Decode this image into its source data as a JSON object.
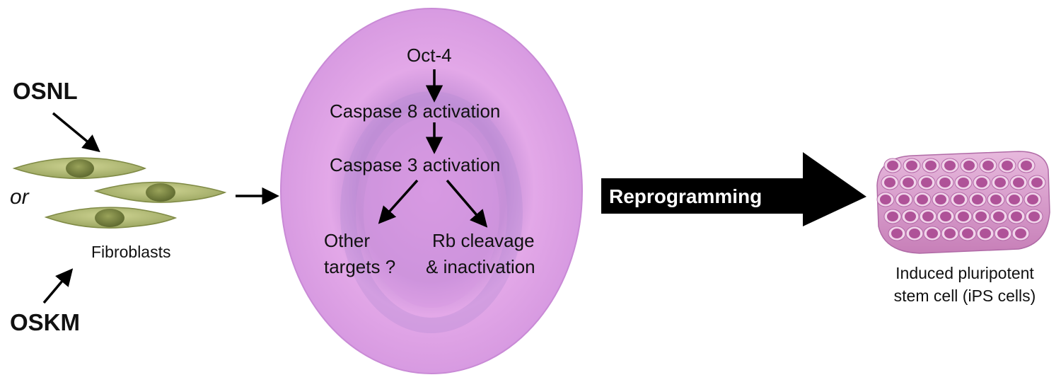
{
  "inputs": {
    "factor_top": "OSNL",
    "connector": "or",
    "factor_bottom": "OSKM",
    "cell_label": "Fibroblasts"
  },
  "pathway": {
    "step1": "Oct-4",
    "step2": "Caspase 8 activation",
    "step3": "Caspase 3 activation",
    "branch_left_line1": "Other",
    "branch_left_line2": "targets ?",
    "branch_right_line1": "Rb cleavage",
    "branch_right_line2": "& inactivation"
  },
  "process": {
    "label": "Reprogramming"
  },
  "output": {
    "label_line1": "Induced pluripotent",
    "label_line2": "stem cell (iPS cells)"
  },
  "colors": {
    "fibroblast_fill": "#b8c07a",
    "fibroblast_nucleus": "#7f8a45",
    "cell_body": "#e2a3e6",
    "cell_center": "#d58fe0",
    "arrow_block": "#000000",
    "ips_cell": "#c86fb8",
    "ips_nucleus": "#a33b8a"
  }
}
